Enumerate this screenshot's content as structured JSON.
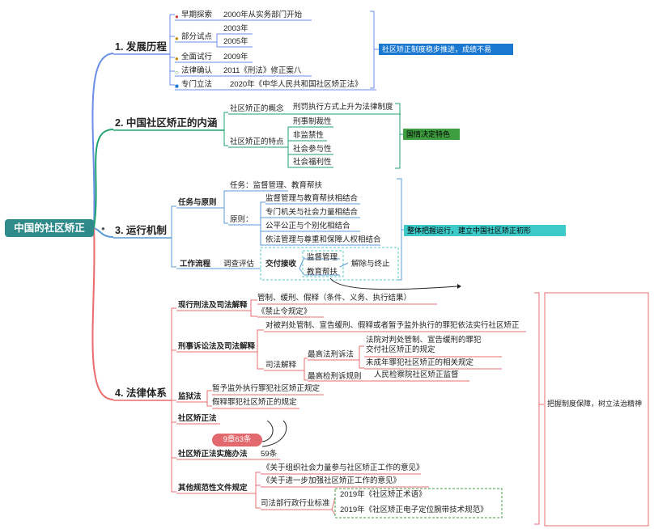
{
  "root": "中国的社区矫正",
  "branches": [
    {
      "title": "1. 发展历程",
      "color": "#6a8ee8"
    },
    {
      "title": "2. 中国社区矫正的内涵",
      "color": "#1fa36f"
    },
    {
      "title": "3. 运行机制",
      "color": "#5b9bd5"
    },
    {
      "title": "4. 法律体系",
      "color": "#ea6c6c"
    }
  ],
  "history": {
    "items": [
      {
        "label": "早期探索",
        "value": "2000年从实务部门开始"
      },
      {
        "label": "部分试点",
        "values": [
          "2003年",
          "2005年"
        ]
      },
      {
        "label": "全面试行",
        "value": "2009年"
      },
      {
        "label": "法律确认",
        "value": "2011《刑法》修正案八"
      },
      {
        "label": "专门立法",
        "value": "2020年《中华人民共和国社区矫正法》"
      }
    ],
    "summary": "社区矫正制度稳步推进，成绩不易"
  },
  "connotation": {
    "concept_label": "社区矫正的概念",
    "concept_value": "刑罚执行方式上升为法律制度",
    "traits_label": "社区矫正的特点",
    "traits": [
      "刑事制裁性",
      "非监禁性",
      "社会参与性",
      "社会福利性"
    ],
    "summary": "国情决定特色"
  },
  "mechanism": {
    "task_principle": "任务与原则",
    "task": "任务：监督管理、教育帮扶",
    "principle_label": "原则：",
    "principles": [
      "监督管理与教育帮扶相结合",
      "专门机关与社会力量相结合",
      "公平公正与个别化相结合",
      "依法管理与尊重和保障人权相结合"
    ],
    "workflow": "工作流程",
    "survey": "调查评估",
    "handover": "交付接收",
    "supervise": "监督管理",
    "edu": "教育帮扶",
    "release": "解除与终止",
    "summary": "整体把握运行，建立中国社区矫正初形"
  },
  "law": {
    "current": "现行刑法及司法解释",
    "current_items": [
      "管制、缓刑、假释（条件、义务、执行结果）",
      "《禁止令规定》"
    ],
    "procedure": "刑事诉讼法及司法解释",
    "procedure_top": "对被判处管制、宣告缓刑、假释或者暂予监外执行的罪犯依法实行社区矫正",
    "judicial": "司法解释",
    "spc_label": "最高法刑诉法",
    "spc_item1_line1": "法院对判处管制、宣告缓刑的罪犯",
    "spc_item1_line2": "交付社区矫正的规定",
    "spc_item2": "未成年罪犯社区矫正的相关规定",
    "spp_label": "最高检刑诉规则",
    "spp_item": "人民检察院社区矫正监督",
    "prison": "监狱法",
    "prison_items": [
      "暂予监外执行罪犯社区矫正规定",
      "假释罪犯社区矫正的规定"
    ],
    "cc_law": "社区矫正法",
    "cc_pill": "9章63条",
    "cc_rules": "社区矫正法实施办法",
    "cc_rules_val": "59条",
    "other": "其他规范性文件规定",
    "other_items": [
      "《关于组织社会力量参与社区矫正工作的意见》",
      "《关于进一步加强社区矫正工作的意见》"
    ],
    "industry": "司法部行政行业标准",
    "industry_items": [
      "2019年《社区矫正术语》",
      "2019年《社区矫正电子定位腕带技术规范》"
    ],
    "summary": "把握制度保障，树立法治精神"
  }
}
